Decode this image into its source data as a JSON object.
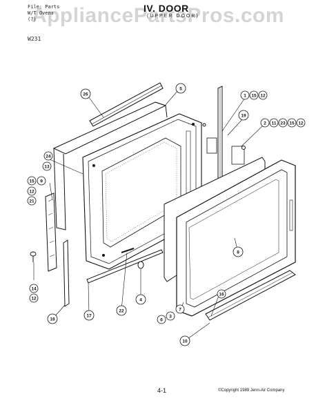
{
  "header": {
    "file_line": "File: Parts",
    "line2": "W/T Ovens",
    "line3": "(?)",
    "model": "W231"
  },
  "watermark": "AppliancePartsPros.com",
  "title": "IV. DOOR",
  "subtitle": "(UPPER DOOR)",
  "footer": {
    "page_number": "4-1",
    "copyright": "©Copyright 1989 Jenn-Air Company"
  },
  "callouts": [
    {
      "id": "c26",
      "label": "26"
    },
    {
      "id": "c5",
      "label": "5"
    },
    {
      "id": "c1",
      "label": "1"
    },
    {
      "id": "c15a",
      "label": "15"
    },
    {
      "id": "c12a",
      "label": "12"
    },
    {
      "id": "c19",
      "label": "19"
    },
    {
      "id": "c2",
      "label": "2"
    },
    {
      "id": "c11",
      "label": "11"
    },
    {
      "id": "c23",
      "label": "23"
    },
    {
      "id": "c15b",
      "label": "15"
    },
    {
      "id": "c12b",
      "label": "12"
    },
    {
      "id": "c24",
      "label": "24"
    },
    {
      "id": "c13",
      "label": "13"
    },
    {
      "id": "c15c",
      "label": "15"
    },
    {
      "id": "c9",
      "label": "9"
    },
    {
      "id": "c12c",
      "label": "12"
    },
    {
      "id": "c21",
      "label": "21"
    },
    {
      "id": "c8",
      "label": "8"
    },
    {
      "id": "c14",
      "label": "14"
    },
    {
      "id": "c12d",
      "label": "12"
    },
    {
      "id": "c18",
      "label": "18"
    },
    {
      "id": "c17",
      "label": "17"
    },
    {
      "id": "c22",
      "label": "22"
    },
    {
      "id": "c4",
      "label": "4"
    },
    {
      "id": "c7",
      "label": "7"
    },
    {
      "id": "c6",
      "label": "6"
    },
    {
      "id": "c3",
      "label": "3"
    },
    {
      "id": "c16",
      "label": "16"
    },
    {
      "id": "c10",
      "label": "10"
    }
  ]
}
